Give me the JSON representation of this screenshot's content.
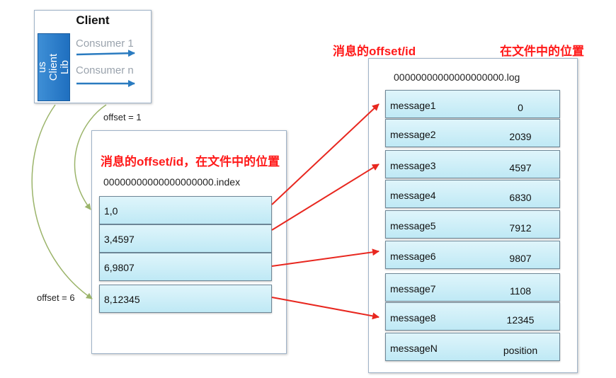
{
  "client": {
    "title": "Client",
    "lib_label_1": "us",
    "lib_label_2": "Client",
    "lib_label_3": "Lib",
    "consumers": [
      "Consumer 1",
      "Consumer n"
    ]
  },
  "offsets": [
    "offset = 1",
    "offset = 6"
  ],
  "index_file": {
    "annotation": "消息的offset/id，在文件中的位置",
    "filename": "00000000000000000000.index",
    "entries": [
      "1,0",
      "3,4597",
      "6,9807",
      "8,12345"
    ]
  },
  "log_file": {
    "annotation_left": "消息的offset/id",
    "annotation_right": "在文件中的位置",
    "filename": "00000000000000000000.log",
    "messages": [
      {
        "name": "message1",
        "position": "0"
      },
      {
        "name": "message2",
        "position": "2039"
      },
      {
        "name": "message3",
        "position": "4597"
      },
      {
        "name": "message4",
        "position": "6830"
      },
      {
        "name": "message5",
        "position": "7912"
      },
      {
        "name": "message6",
        "position": "9807"
      },
      {
        "name": "message7",
        "position": "1108"
      },
      {
        "name": "message8",
        "position": "12345"
      },
      {
        "name": "messageN",
        "position": "position"
      }
    ]
  },
  "colors": {
    "arrow_red": "#e8271f",
    "arrow_blue": "#2a7bc0",
    "curve_green": "#9bb46a",
    "cell_fill": "#c9eef7",
    "lib_blue": "#2f80cf",
    "annotation_red": "#ff1a1a"
  }
}
